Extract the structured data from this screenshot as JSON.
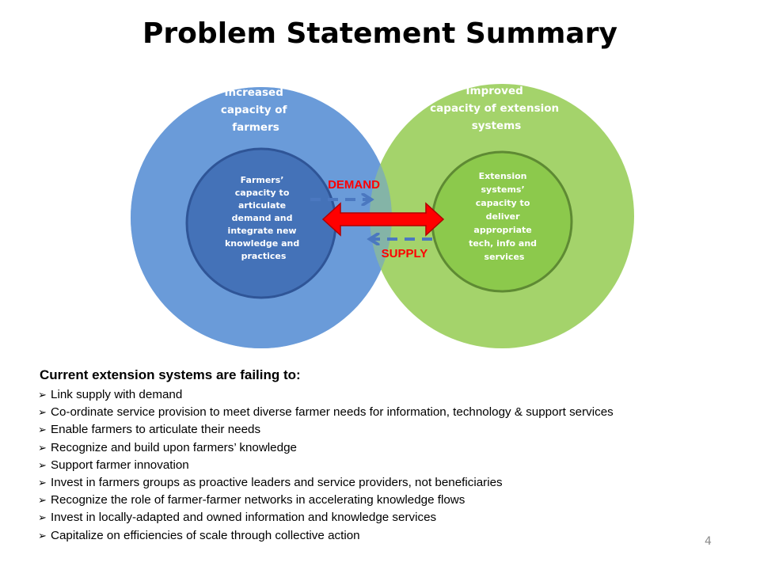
{
  "title": "Problem Statement Summary",
  "diagram": {
    "left_circle": {
      "label_lines": [
        "Increased",
        "capacity of",
        "farmers"
      ],
      "inner_lines": [
        "Farmers’",
        "capacity to",
        "articulate",
        "demand and",
        "integrate new",
        "knowledge and",
        "practices"
      ]
    },
    "right_circle": {
      "label_lines": [
        "Improved",
        "capacity of extension",
        "systems"
      ],
      "inner_lines": [
        "Extension",
        "systems’",
        "capacity to",
        "deliver",
        "appropriate",
        "tech, info and",
        "services"
      ]
    },
    "demand_label": "DEMAND",
    "supply_label": "SUPPLY",
    "colors": {
      "left_outer": "#6a9bd9",
      "left_inner": "#4472b8",
      "right_outer": "#a4d36b",
      "right_inner": "#8cc94c",
      "double_arrow": "#ff0000",
      "dashed_arrows": "#4b78c0"
    }
  },
  "failing": {
    "heading": "Current extension systems are failing to:",
    "bullet_icon": "arrowhead-bullet-icon",
    "items": [
      "Link supply with demand",
      "Co-ordinate service provision to meet diverse farmer needs for information, technology & support services",
      "Enable farmers to articulate their needs",
      "Recognize and build upon farmers’ knowledge",
      "Support farmer innovation",
      "Invest in farmers groups as proactive leaders and service providers, not beneficiaries",
      "Recognize the role of farmer-farmer networks in accelerating knowledge flows",
      "Invest in locally-adapted and owned information and knowledge services",
      "Capitalize on efficiencies of scale through collective action"
    ]
  },
  "page_number": "4"
}
